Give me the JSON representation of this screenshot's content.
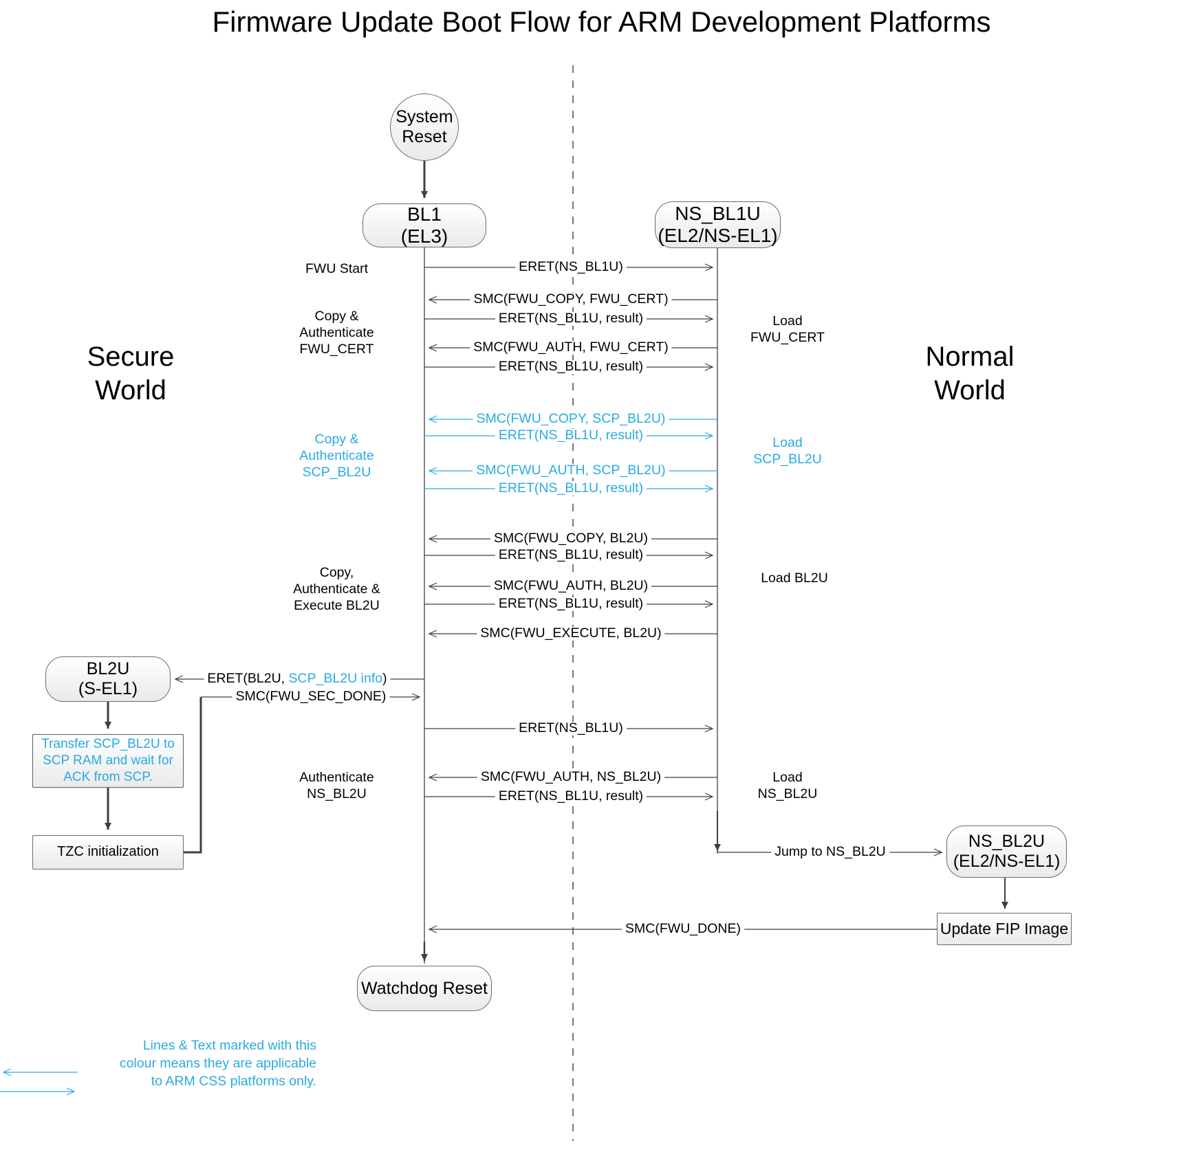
{
  "title": "Firmware Update Boot Flow for ARM Development Platforms",
  "accent_color": "#29abe2",
  "line_color": "#3f3f3f",
  "worlds": {
    "secure": "Secure\nWorld",
    "secure_line1": "Secure",
    "secure_line2": "World",
    "normal_line1": "Normal",
    "normal_line2": "World"
  },
  "nodes": {
    "system_reset": {
      "line1": "System",
      "line2": "Reset"
    },
    "bl1": {
      "line1": "BL1",
      "line2": "(EL3)"
    },
    "ns_bl1u": {
      "line1": "NS_BL1U",
      "line2": "(EL2/NS-EL1)"
    },
    "bl2u": {
      "line1": "BL2U",
      "line2": "(S-EL1)"
    },
    "ns_bl2u": {
      "line1": "NS_BL2U",
      "line2": "(EL2/NS-EL1)"
    },
    "transfer_scp": {
      "line1": "Transfer SCP_BL2U to",
      "line2": "SCP RAM and wait for",
      "line3": "ACK from SCP."
    },
    "tzc_init": {
      "label": "TZC initialization"
    },
    "update_fip": {
      "label": "Update FIP Image"
    },
    "watchdog_reset": {
      "label": "Watchdog Reset"
    }
  },
  "messages": [
    {
      "id": "m1",
      "label": "ERET(NS_BL1U)",
      "dir": "right",
      "color": "black"
    },
    {
      "id": "m2",
      "label": "SMC(FWU_COPY, FWU_CERT)",
      "dir": "left",
      "color": "black"
    },
    {
      "id": "m3",
      "label": "ERET(NS_BL1U, result)",
      "dir": "right",
      "color": "black"
    },
    {
      "id": "m4",
      "label": "SMC(FWU_AUTH, FWU_CERT)",
      "dir": "left",
      "color": "black"
    },
    {
      "id": "m5",
      "label": "ERET(NS_BL1U, result)",
      "dir": "right",
      "color": "black"
    },
    {
      "id": "m6",
      "label": "SMC(FWU_COPY, SCP_BL2U)",
      "dir": "left",
      "color": "cyan"
    },
    {
      "id": "m7",
      "label": "ERET(NS_BL1U, result)",
      "dir": "right",
      "color": "cyan"
    },
    {
      "id": "m8",
      "label": "SMC(FWU_AUTH, SCP_BL2U)",
      "dir": "left",
      "color": "cyan"
    },
    {
      "id": "m9",
      "label": "ERET(NS_BL1U, result)",
      "dir": "right",
      "color": "cyan"
    },
    {
      "id": "m10",
      "label": "SMC(FWU_COPY, BL2U)",
      "dir": "left",
      "color": "black"
    },
    {
      "id": "m11",
      "label": "ERET(NS_BL1U, result)",
      "dir": "right",
      "color": "black"
    },
    {
      "id": "m12",
      "label": "SMC(FWU_AUTH, BL2U)",
      "dir": "left",
      "color": "black"
    },
    {
      "id": "m13",
      "label": "ERET(NS_BL1U, result)",
      "dir": "right",
      "color": "black"
    },
    {
      "id": "m14",
      "label": "SMC(FWU_EXECUTE, BL2U)",
      "dir": "left",
      "color": "black"
    },
    {
      "id": "m15",
      "label_pre": "ERET(BL2U, ",
      "label_accent": "SCP_BL2U info",
      "label_post": ")",
      "dir": "left",
      "color": "mixed"
    },
    {
      "id": "m16",
      "label": "SMC(FWU_SEC_DONE)",
      "dir": "right",
      "color": "black"
    },
    {
      "id": "m17",
      "label": "ERET(NS_BL1U)",
      "dir": "right",
      "color": "black"
    },
    {
      "id": "m18",
      "label": "SMC(FWU_AUTH, NS_BL2U)",
      "dir": "left",
      "color": "black"
    },
    {
      "id": "m19",
      "label": "ERET(NS_BL1U, result)",
      "dir": "right",
      "color": "black"
    },
    {
      "id": "m20",
      "label": "Jump to NS_BL2U",
      "dir": "right",
      "color": "black"
    },
    {
      "id": "m21",
      "label": "SMC(FWU_DONE)",
      "dir": "left",
      "color": "black"
    }
  ],
  "left_annotations": [
    {
      "id": "a-fwu-start",
      "text": "FWU Start",
      "color": "black"
    },
    {
      "id": "a-copy-cert-1",
      "text": "Copy &",
      "color": "black"
    },
    {
      "id": "a-copy-cert-2",
      "text": "Authenticate",
      "color": "black"
    },
    {
      "id": "a-copy-cert-3",
      "text": "FWU_CERT",
      "color": "black"
    },
    {
      "id": "a-copy-scp-1",
      "text": "Copy &",
      "color": "cyan"
    },
    {
      "id": "a-copy-scp-2",
      "text": "Authenticate",
      "color": "cyan"
    },
    {
      "id": "a-copy-scp-3",
      "text": "SCP_BL2U",
      "color": "cyan"
    },
    {
      "id": "a-copy-bl2u-1",
      "text": "Copy,",
      "color": "black"
    },
    {
      "id": "a-copy-bl2u-2",
      "text": "Authenticate &",
      "color": "black"
    },
    {
      "id": "a-copy-bl2u-3",
      "text": "Execute BL2U",
      "color": "black"
    },
    {
      "id": "a-auth-ns-1",
      "text": "Authenticate",
      "color": "black"
    },
    {
      "id": "a-auth-ns-2",
      "text": "NS_BL2U",
      "color": "black"
    }
  ],
  "right_annotations": [
    {
      "id": "r-load-cert-1",
      "text": "Load",
      "color": "black"
    },
    {
      "id": "r-load-cert-2",
      "text": "FWU_CERT",
      "color": "black"
    },
    {
      "id": "r-load-scp-1",
      "text": "Load",
      "color": "cyan"
    },
    {
      "id": "r-load-scp-2",
      "text": "SCP_BL2U",
      "color": "cyan"
    },
    {
      "id": "r-load-bl2u",
      "text": "Load BL2U",
      "color": "black"
    },
    {
      "id": "r-load-ns-1",
      "text": "Load",
      "color": "black"
    },
    {
      "id": "r-load-ns-2",
      "text": "NS_BL2U",
      "color": "black"
    }
  ],
  "legend": {
    "line1": "Lines & Text marked with this",
    "line2": "colour means they are applicable",
    "line3": "to ARM CSS platforms only."
  }
}
